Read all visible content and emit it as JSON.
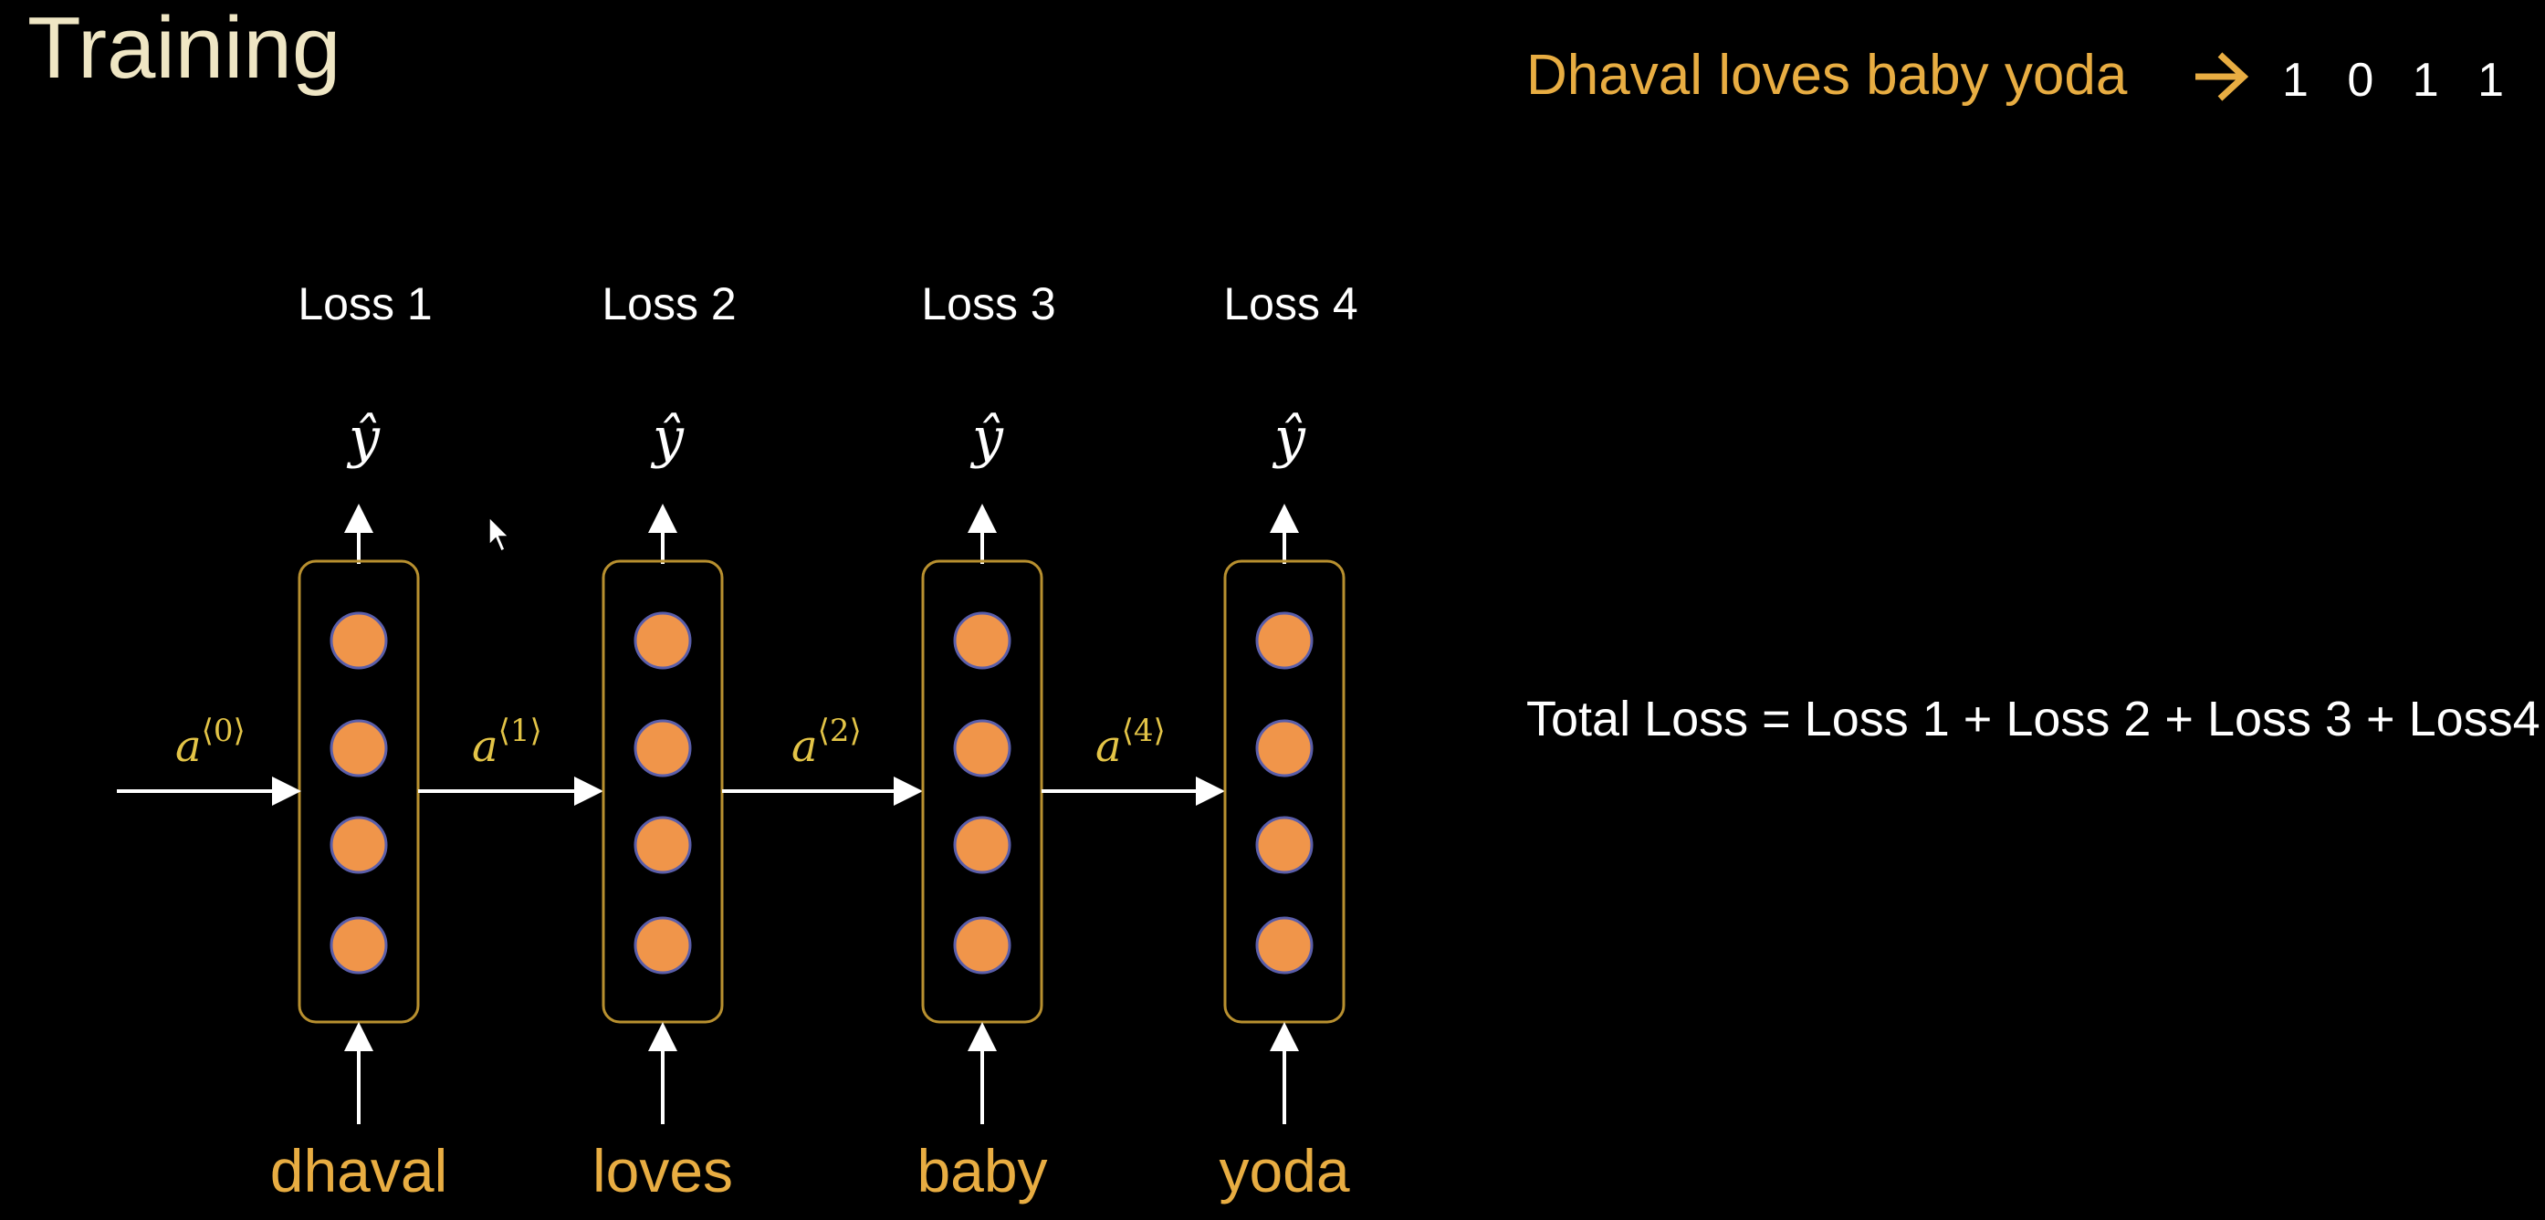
{
  "colors": {
    "background": "#000000",
    "title": "#efe6c4",
    "accent": "#e8ad42",
    "text": "#ffffff",
    "node_fill": "#f0954a",
    "node_stroke": "#5a5eaa",
    "cell_border": "#b8902f",
    "subscript": "#e3c447"
  },
  "slide": {
    "title": "Training"
  },
  "example": {
    "sentence": "Dhaval loves baby yoda",
    "arrow": "🡒",
    "labels": "1 0 1 1"
  },
  "rnn": {
    "output_symbol": "ŷ",
    "steps": [
      {
        "loss": "Loss 1",
        "word": "dhaval"
      },
      {
        "loss": "Loss 2",
        "word": "loves"
      },
      {
        "loss": "Loss 3",
        "word": "baby"
      },
      {
        "loss": "Loss 4",
        "word": "yoda"
      }
    ],
    "nodes_per_cell": 4,
    "activations": [
      {
        "base": "a",
        "sup": "⟨0⟩"
      },
      {
        "base": "a",
        "sup": "⟨1⟩"
      },
      {
        "base": "a",
        "sup": "⟨2⟩"
      },
      {
        "base": "a",
        "sup": "⟨4⟩"
      }
    ]
  },
  "total_loss": {
    "text": "Total Loss = Loss 1 + Loss 2 + Loss 3 + Loss4"
  }
}
